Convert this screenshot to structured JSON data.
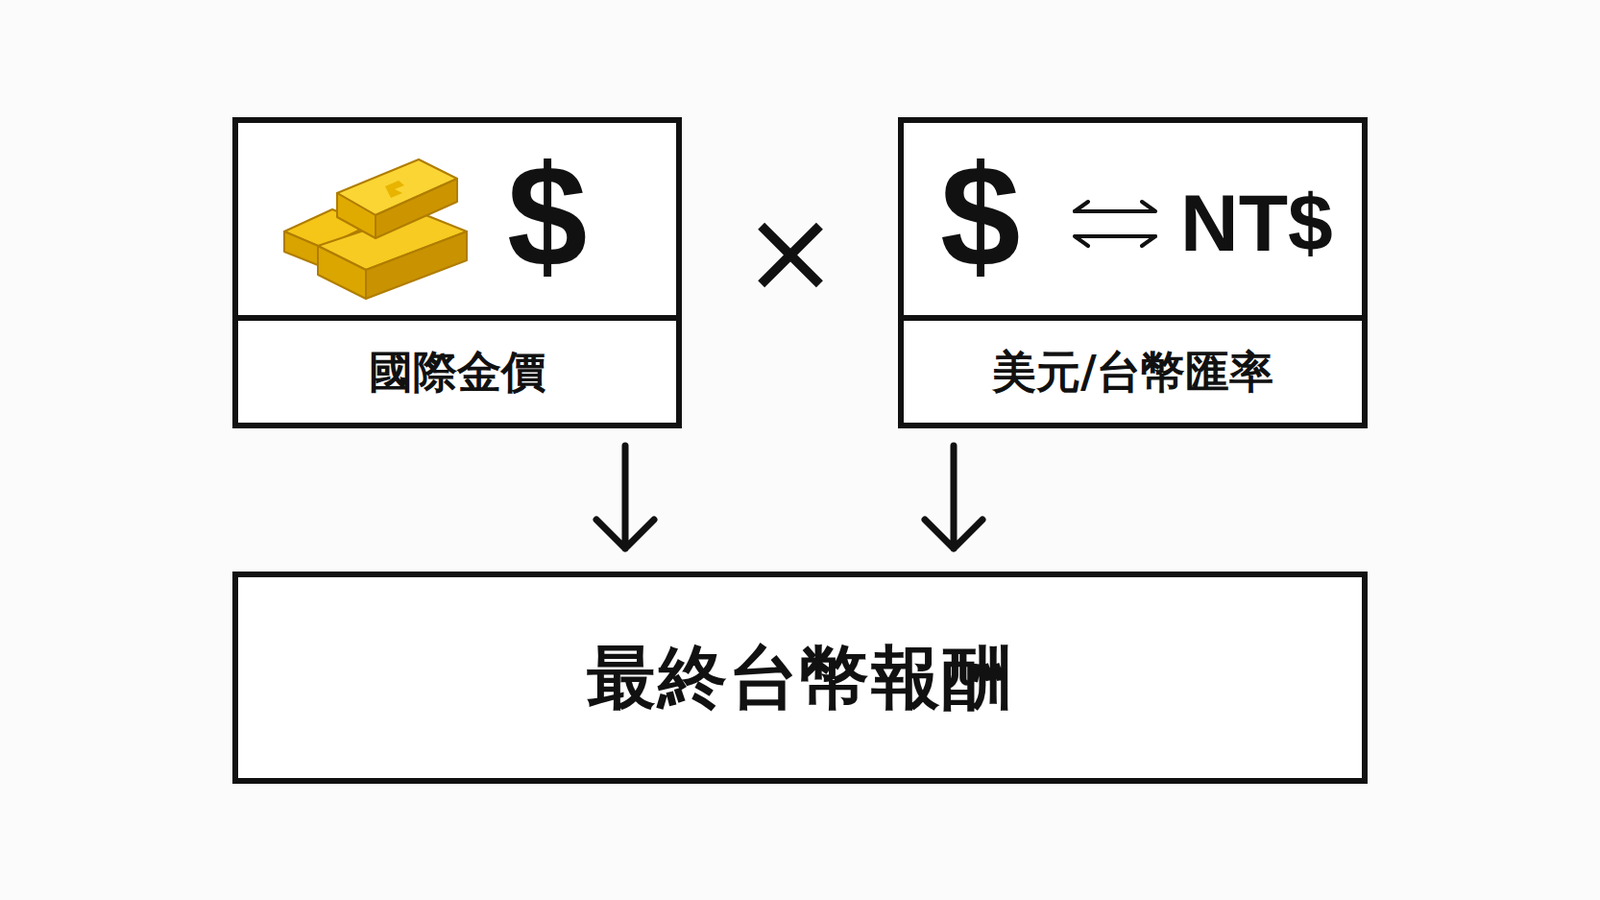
{
  "diagram": {
    "nodes": [
      {
        "text": [
          "$",
          "國際金價"
        ]
      },
      {
        "text": [
          "$",
          "NT$",
          "美元/台幣匯率"
        ]
      },
      {
        "text": [
          "最終台幣報酬"
        ]
      }
    ],
    "edges": [
      {
        "from": 0,
        "to": 2,
        "arrow": "to"
      },
      {
        "from": 1,
        "to": 2,
        "arrow": "to"
      }
    ],
    "labels": [
      "×"
    ]
  }
}
